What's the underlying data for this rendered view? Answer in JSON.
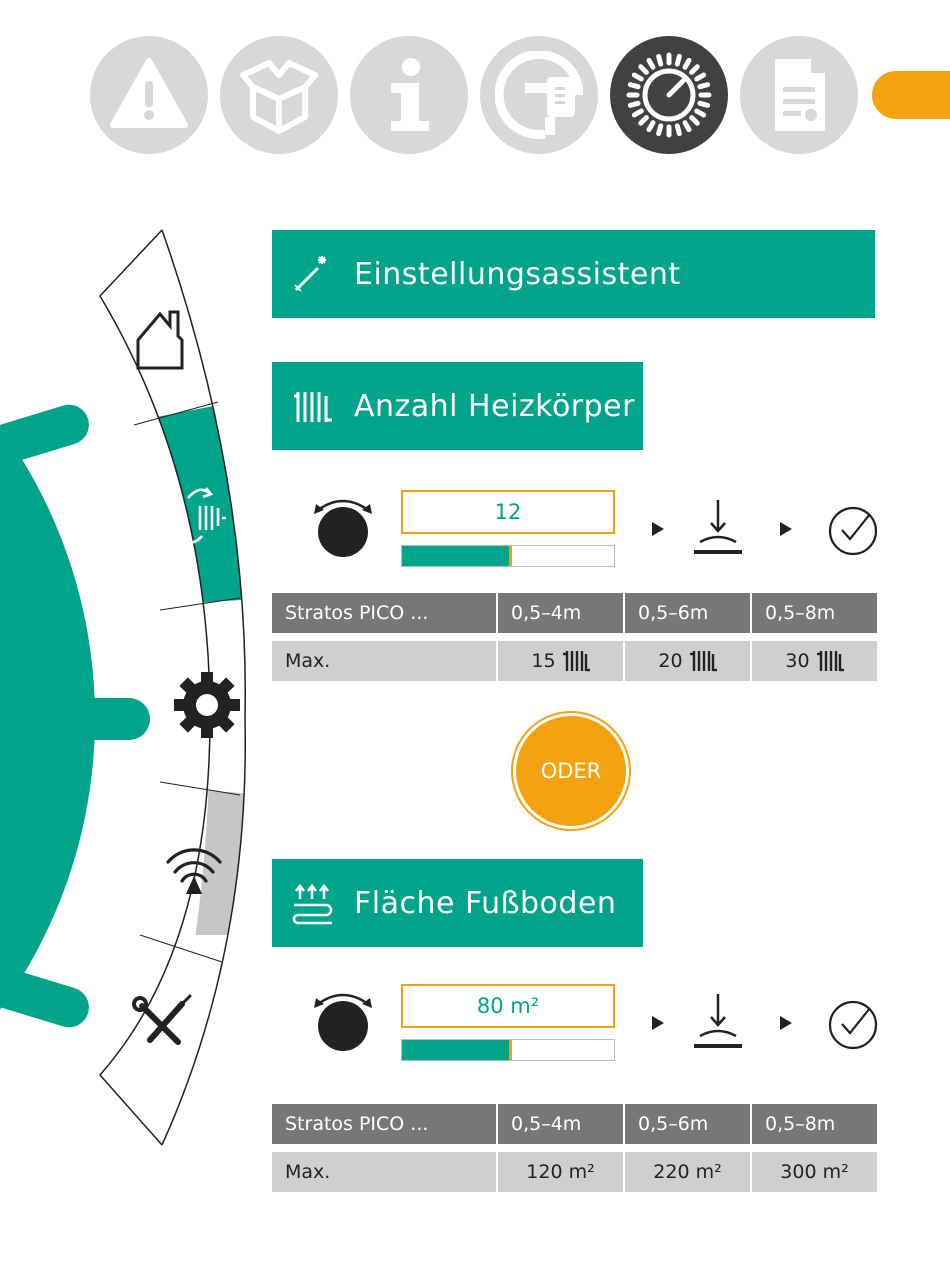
{
  "nav": {
    "items": [
      {
        "icon": "warning-icon",
        "active": false
      },
      {
        "icon": "box-icon",
        "active": false
      },
      {
        "icon": "info-icon",
        "active": false
      },
      {
        "icon": "installation-icon",
        "active": false
      },
      {
        "icon": "dial-icon",
        "active": true
      },
      {
        "icon": "document-icon",
        "active": false
      }
    ]
  },
  "side_menu": {
    "items": [
      {
        "icon": "home-icon",
        "active": false
      },
      {
        "icon": "heating-mode-icon",
        "active": true
      },
      {
        "icon": "gear-icon",
        "active": false
      },
      {
        "icon": "wireless-icon",
        "active": false
      },
      {
        "icon": "tools-icon",
        "active": false
      }
    ]
  },
  "section_title": "Einstellungsassistent",
  "radiators": {
    "title": "Anzahl Heizkörper",
    "value": "12",
    "progress": 0.52,
    "table": {
      "headers": [
        "Stratos PICO ...",
        "0,5–4m",
        "0,5–6m",
        "0,5–8m"
      ],
      "row_label": "Max.",
      "values": [
        "15",
        "20",
        "30"
      ]
    }
  },
  "oder_label": "ODER",
  "floor": {
    "title": "Fläche Fußboden",
    "value": "80 m²",
    "progress": 0.52,
    "table": {
      "headers": [
        "Stratos PICO ...",
        "0,5–4m",
        "0,5–6m",
        "0,5–8m"
      ],
      "row_label": "Max.",
      "values": [
        "120 m²",
        "220 m²",
        "300 m²"
      ]
    }
  },
  "colors": {
    "accent": "#00a48a",
    "orange": "#f4a20f",
    "nav_inactive": "#d8d8d8",
    "nav_active": "#414141",
    "table_header": "#777777",
    "table_body": "#cfcfcf"
  }
}
